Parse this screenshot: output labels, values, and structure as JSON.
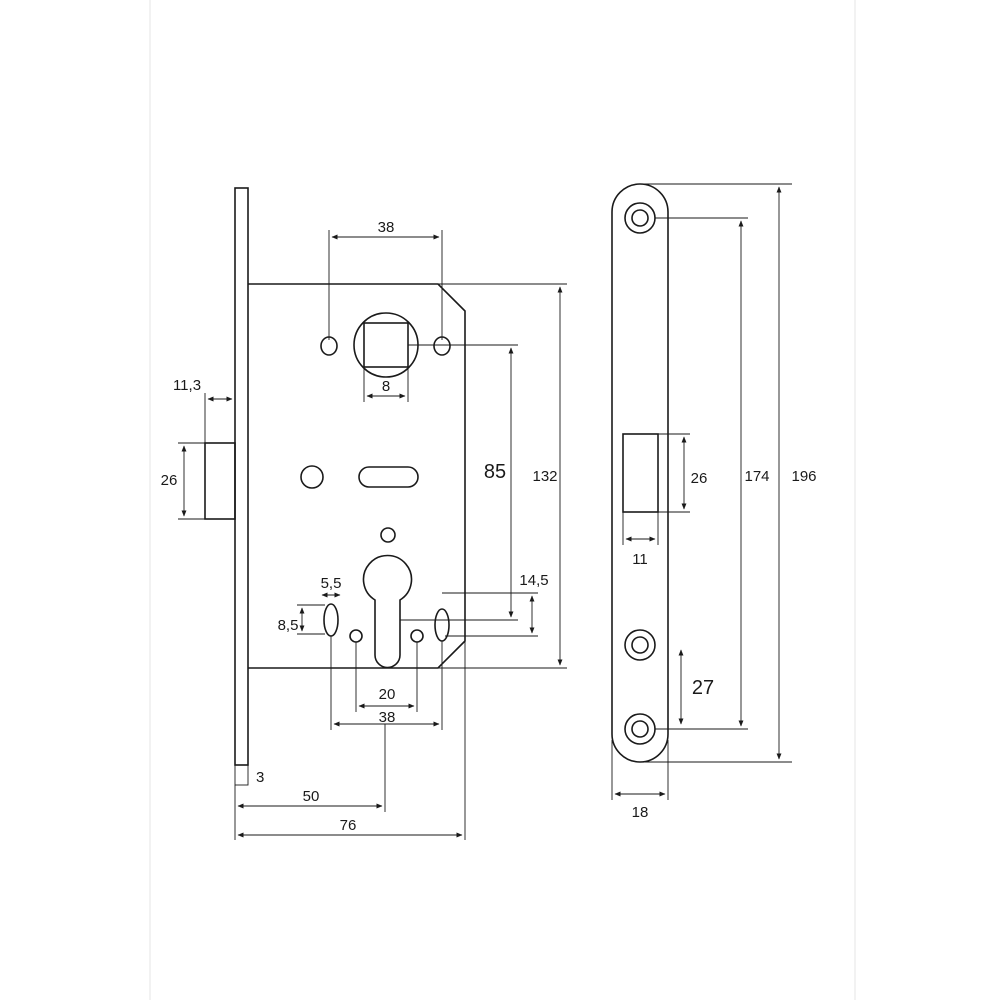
{
  "colors": {
    "line": "#1a1a1a",
    "background": "#ffffff"
  },
  "lock_body": {
    "dimensions": {
      "handle_hole_spacing": "38",
      "follower_square": "8",
      "backset_projection": "11,3",
      "latch_height": "26",
      "handle_to_cylinder": "85",
      "body_height": "132",
      "slot_width": "5,5",
      "slot_height": "8,5",
      "cylinder_offset": "14,5",
      "screw_spacing_inner": "20",
      "screw_spacing_outer": "38",
      "faceplate_thickness": "3",
      "backset": "50",
      "body_depth": "76"
    }
  },
  "faceplate": {
    "dimensions": {
      "latch_height": "26",
      "latch_width": "11",
      "screw_hole_spacing": "174",
      "plate_height": "196",
      "lower_holes_spacing": "27",
      "plate_width": "18"
    }
  }
}
